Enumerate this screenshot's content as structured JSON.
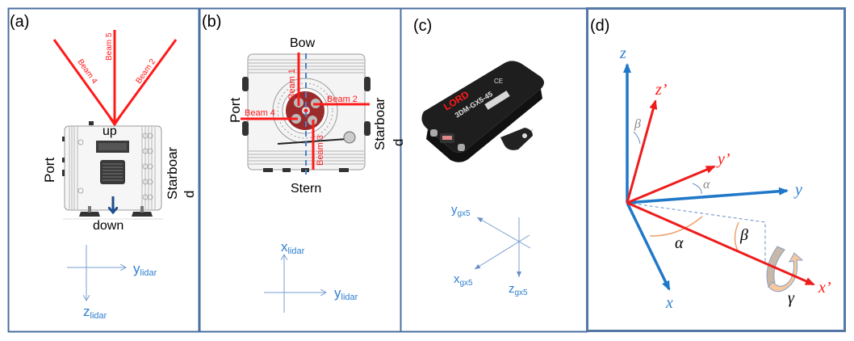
{
  "figure": {
    "panels": [
      {
        "id": "a",
        "label": "(a)"
      },
      {
        "id": "b",
        "label": "(b)"
      },
      {
        "id": "c",
        "label": "(c)"
      },
      {
        "id": "d",
        "label": "(d)"
      }
    ],
    "colors": {
      "border": "#4a6fa0",
      "beam": "#ff1a1a",
      "axis_blue": "#2f7fd0",
      "axis_light": "#7a9fd0",
      "arrow_dark": "#1f4e8c",
      "angle_orange": "#f0a070",
      "device_red": "#9b2b2b"
    }
  },
  "panel_a": {
    "label": "(a)",
    "beams": [
      "Beam 4",
      "Beam 5",
      "Beam 2"
    ],
    "up": "up",
    "down": "down",
    "port": "Port",
    "starboard_1": "Starboar",
    "starboard_2": "d",
    "axes": {
      "y": "y",
      "y_sub": "lidar",
      "z": "z",
      "z_sub": "lidar"
    }
  },
  "panel_b": {
    "label": "(b)",
    "bow": "Bow",
    "stern": "Stern",
    "port": "Port",
    "starboard_1": "Starboar",
    "starboard_2": "d",
    "beams": [
      "Beam 1",
      "Beam 2",
      "Beam 3",
      "Beam 4"
    ],
    "axes": {
      "x": "x",
      "x_sub": "lidar",
      "y": "y",
      "y_sub": "lidar"
    }
  },
  "panel_c": {
    "label": "(c)",
    "device": {
      "brand": "LORD",
      "model": "3DM-GX5-45"
    },
    "axes": {
      "y": "y",
      "y_sub": "gx5",
      "x": "x",
      "x_sub": "gx5",
      "z": "z",
      "z_sub": "gx5"
    }
  },
  "panel_d": {
    "label": "(d)",
    "axes": {
      "z": "z",
      "z_prime": "z’",
      "y": "y",
      "y_prime": "y’",
      "x": "x",
      "x_prime": "x’"
    },
    "angles": {
      "alpha": "α",
      "beta": "β",
      "gamma": "γ"
    }
  }
}
